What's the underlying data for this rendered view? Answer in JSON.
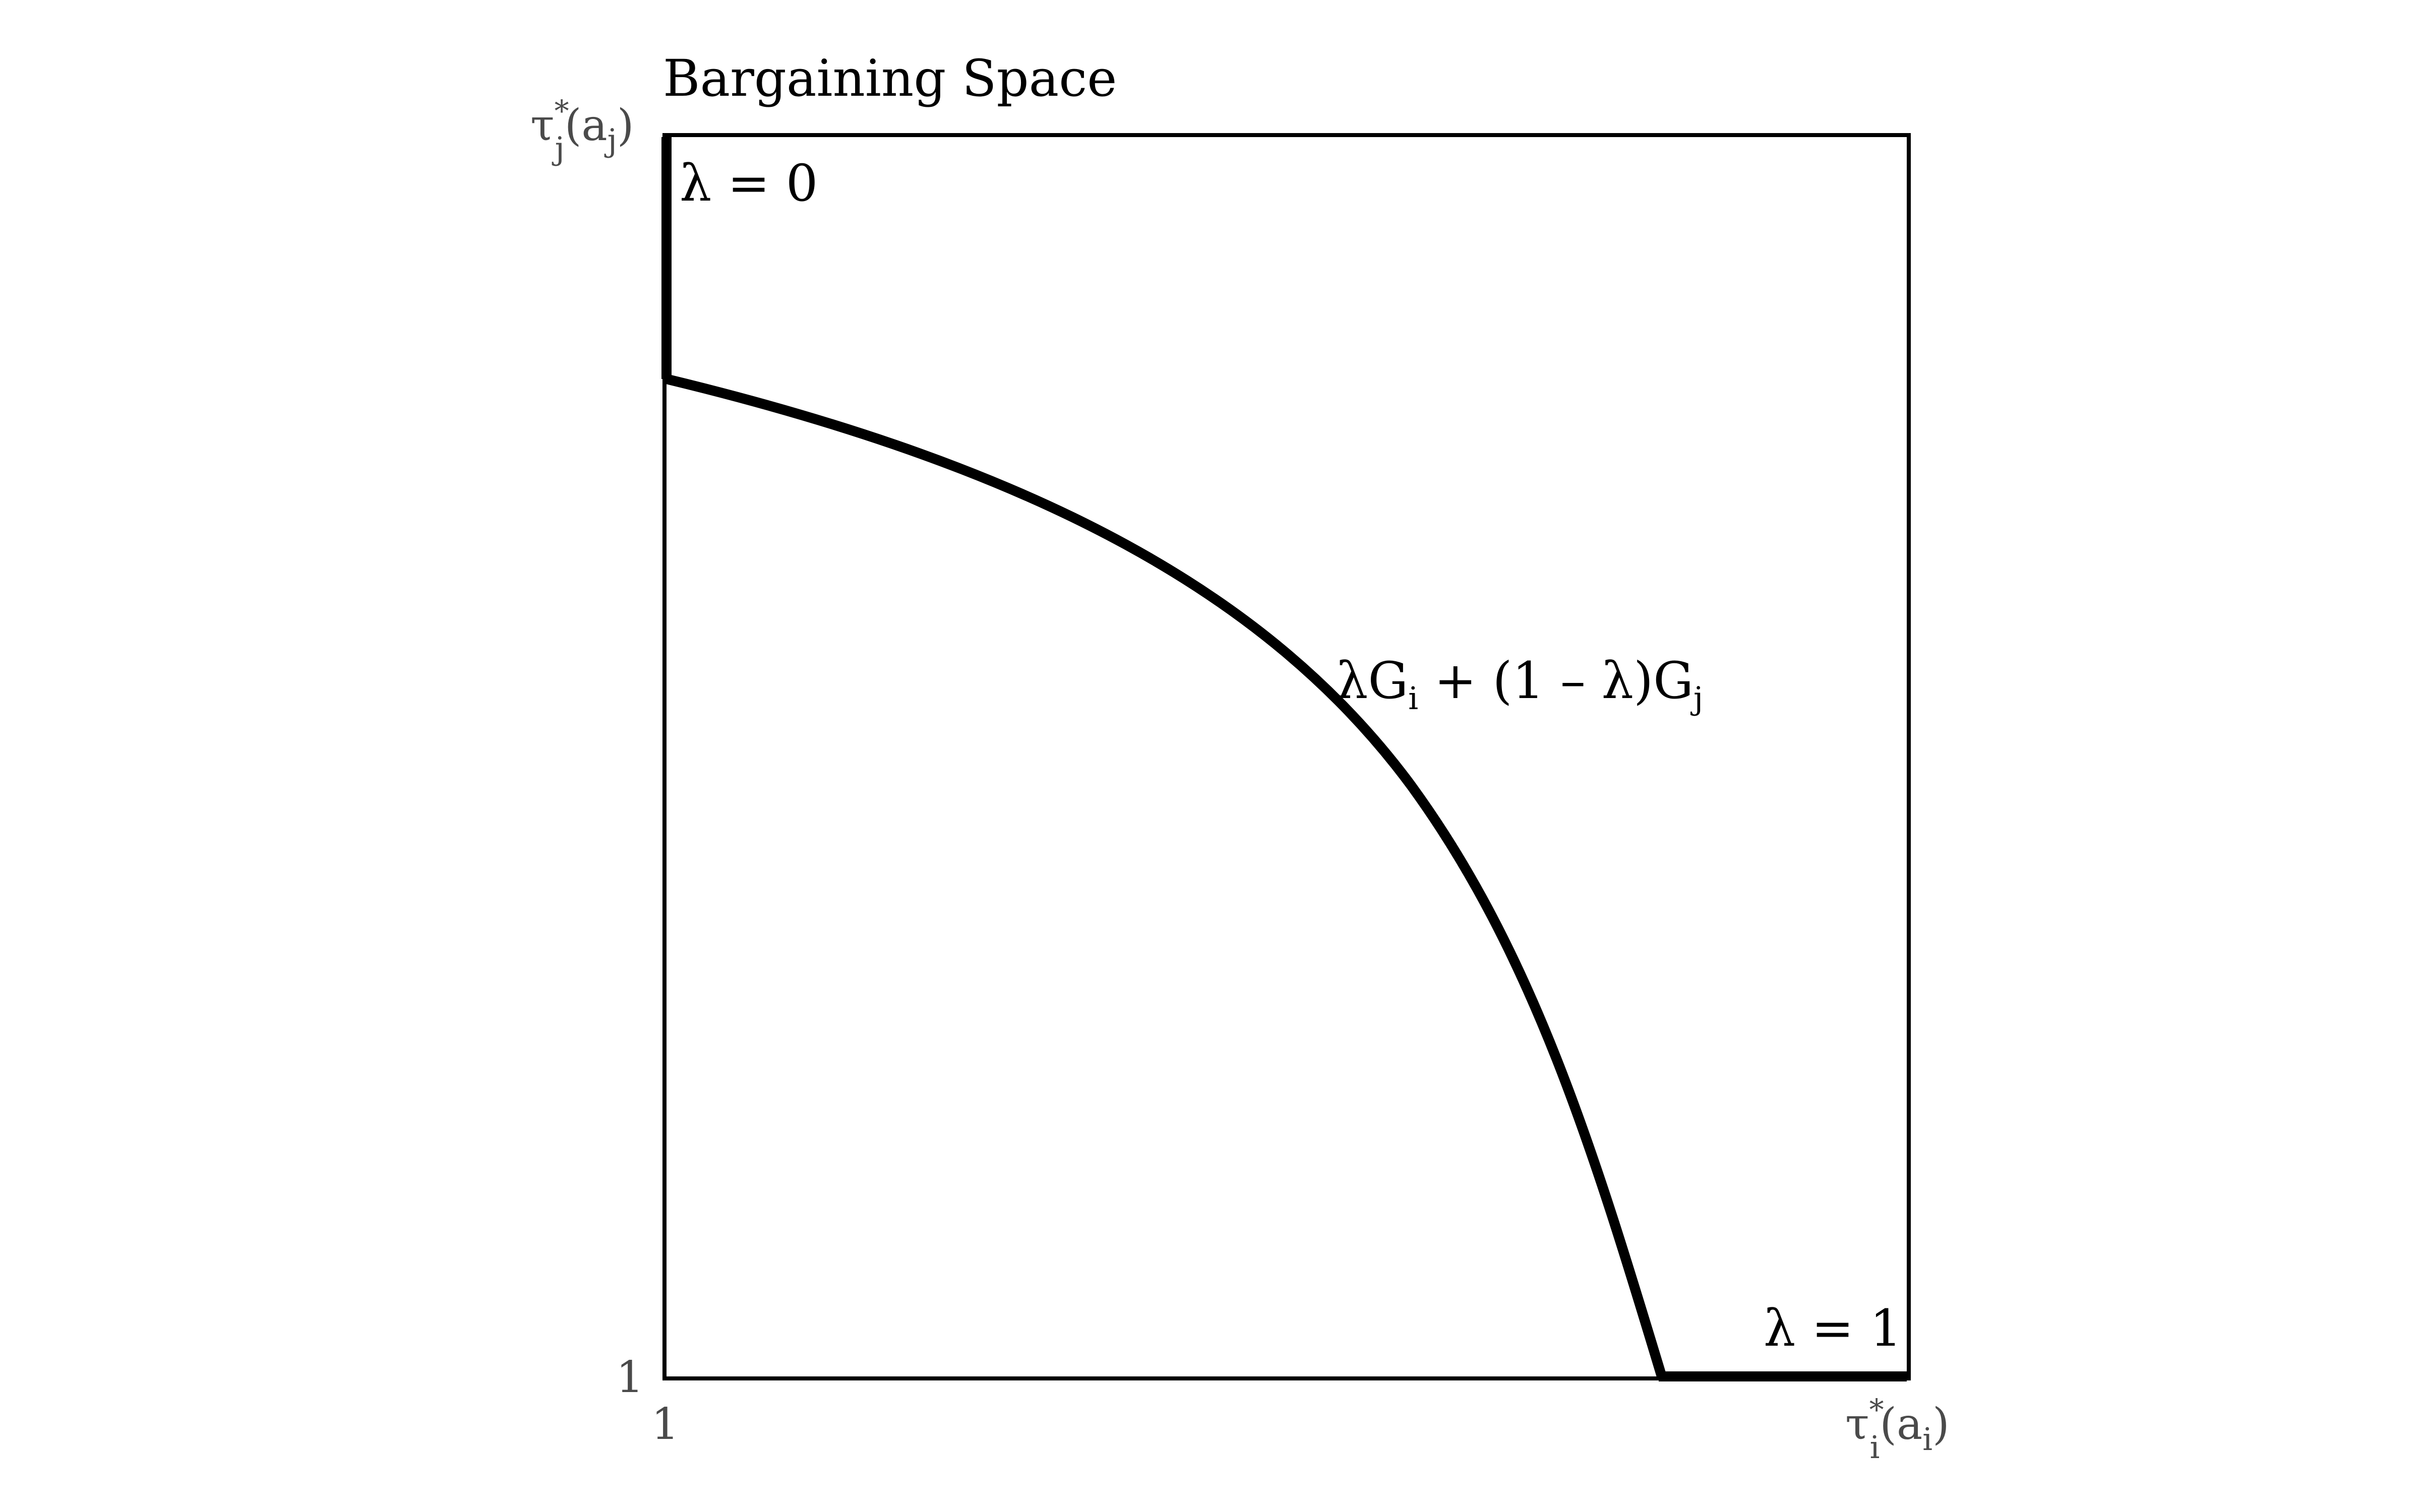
{
  "title": "Bargaining Space",
  "y_axis": {
    "symbol": "τ",
    "sub": "j",
    "sup": "*",
    "arg_open": "(a",
    "arg_sub": "j",
    "arg_close": ")"
  },
  "x_axis": {
    "symbol": "τ",
    "sub": "i",
    "sup": "*",
    "arg_open": "(a",
    "arg_sub": "i",
    "arg_close": ")"
  },
  "y_origin_tick": "1",
  "x_origin_tick": "1",
  "labels": {
    "lambda_zero": "λ = 0",
    "lambda_one": "λ = 1",
    "frontier": {
      "part1": "λG",
      "sub1": "i",
      "part2": " + (1 – λ)G",
      "sub2": "j"
    }
  },
  "colors": {
    "line": "#000000",
    "axis_text": "#4a4a4a"
  }
}
